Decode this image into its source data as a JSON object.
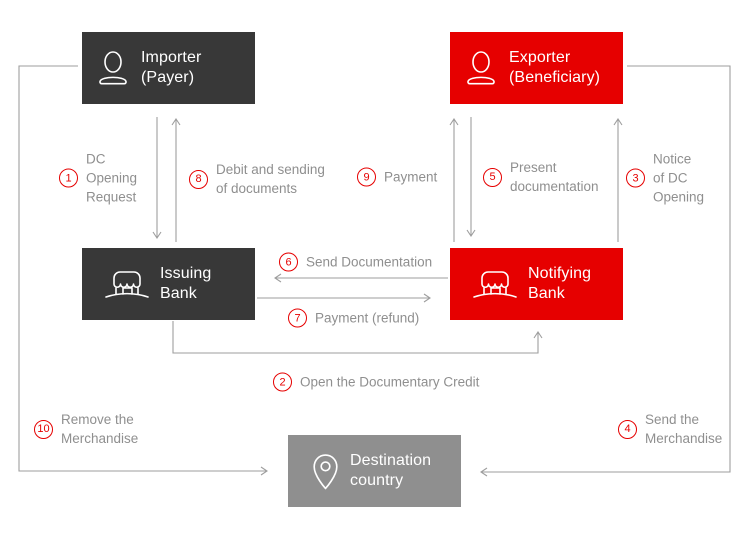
{
  "colors": {
    "box_dark": "#383838",
    "box_red": "#e60000",
    "box_gray": "#8f8f8f",
    "line": "#9e9e9e",
    "label_text": "#8f8f8f",
    "step_red": "#e60000"
  },
  "nodes": {
    "importer": {
      "lines": [
        "Importer",
        "(Payer)"
      ],
      "icon": "person-icon"
    },
    "exporter": {
      "lines": [
        "Exporter",
        "(Beneficiary)"
      ],
      "icon": "person-icon"
    },
    "issuing_bank": {
      "lines": [
        "Issuing",
        "Bank"
      ],
      "icon": "bank-store-icon"
    },
    "notifying_bank": {
      "lines": [
        "Notifying",
        "Bank"
      ],
      "icon": "bank-store-icon"
    },
    "destination_country": {
      "lines": [
        "Destination",
        "country"
      ],
      "icon": "location-pin-icon"
    }
  },
  "steps": {
    "s1": {
      "number": "1",
      "lines": [
        "DC",
        "Opening",
        "Request"
      ]
    },
    "s2": {
      "number": "2",
      "lines": [
        "Open the Documentary Credit"
      ]
    },
    "s3": {
      "number": "3",
      "lines": [
        "Notice",
        "of DC",
        "Opening"
      ]
    },
    "s4": {
      "number": "4",
      "lines": [
        "Send the",
        "Merchandise"
      ]
    },
    "s5": {
      "number": "5",
      "lines": [
        "Present",
        "documentation"
      ]
    },
    "s6": {
      "number": "6",
      "lines": [
        "Send Documentation"
      ]
    },
    "s7": {
      "number": "7",
      "lines": [
        "Payment (refund)"
      ]
    },
    "s8": {
      "number": "8",
      "lines": [
        "Debit and sending",
        "of documents"
      ]
    },
    "s9": {
      "number": "9",
      "lines": [
        "Payment"
      ]
    },
    "s10": {
      "number": "10",
      "lines": [
        "Remove the",
        "Merchandise"
      ]
    }
  }
}
